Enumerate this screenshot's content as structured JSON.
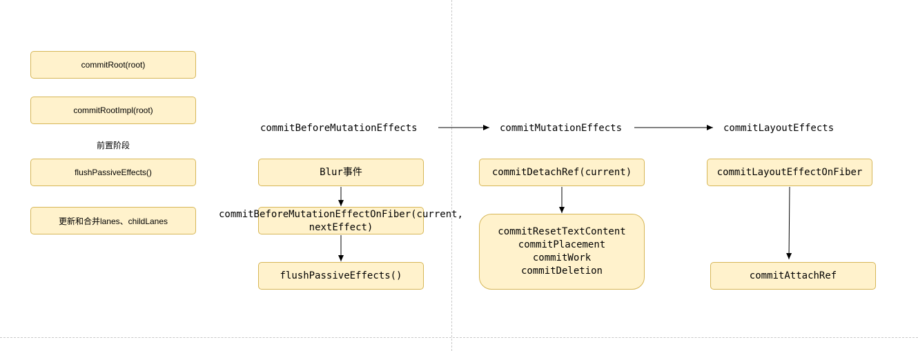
{
  "left": {
    "box1": "commitRoot(root)",
    "box2": "commitRootImpl(root)",
    "phase_label": "前置阶段",
    "box3": "flushPassiveEffects()",
    "box4": "更新和合并lanes、childLanes"
  },
  "before_mutation": {
    "title": "commitBeforeMutationEffects",
    "blur": "Blur事件",
    "on_fiber_line1": "commitBeforeMutationEffectOnFiber(current,",
    "on_fiber_line2": "nextEffect)",
    "flush": "flushPassiveEffects()"
  },
  "mutation": {
    "title": "commitMutationEffects",
    "detach": "commitDetachRef(current)",
    "ops": "commitResetTextContent\ncommitPlacement\ncommitWork\ncommitDeletion"
  },
  "layout": {
    "title": "commitLayoutEffects",
    "on_fiber": "commitLayoutEffectOnFiber",
    "attach": "commitAttachRef"
  },
  "colors": {
    "box_fill": "#fff2cc",
    "box_border": "#d6b656",
    "divider": "#c8c8c8"
  }
}
